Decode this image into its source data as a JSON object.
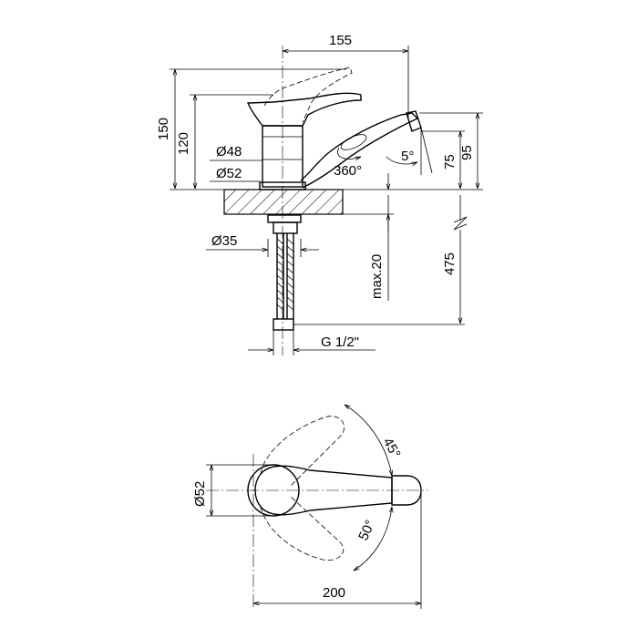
{
  "dimensions": {
    "reach": "155",
    "total_height": "150",
    "body_height": "120",
    "body_diameter": "Ø48",
    "base_diameter": "Ø52",
    "swivel": "360°",
    "spout_tilt": "5°",
    "outlet_height": "75",
    "spout_top_height": "95",
    "shank_diameter": "Ø35",
    "max_countertop": "max.20",
    "hose_length": "475",
    "connection": "G 1/2\"",
    "plan_diameter": "Ø52",
    "handle_left_angle": "45°",
    "handle_right_angle": "50°",
    "plan_length": "200"
  },
  "colors": {
    "line": "#000000",
    "background": "#ffffff"
  }
}
